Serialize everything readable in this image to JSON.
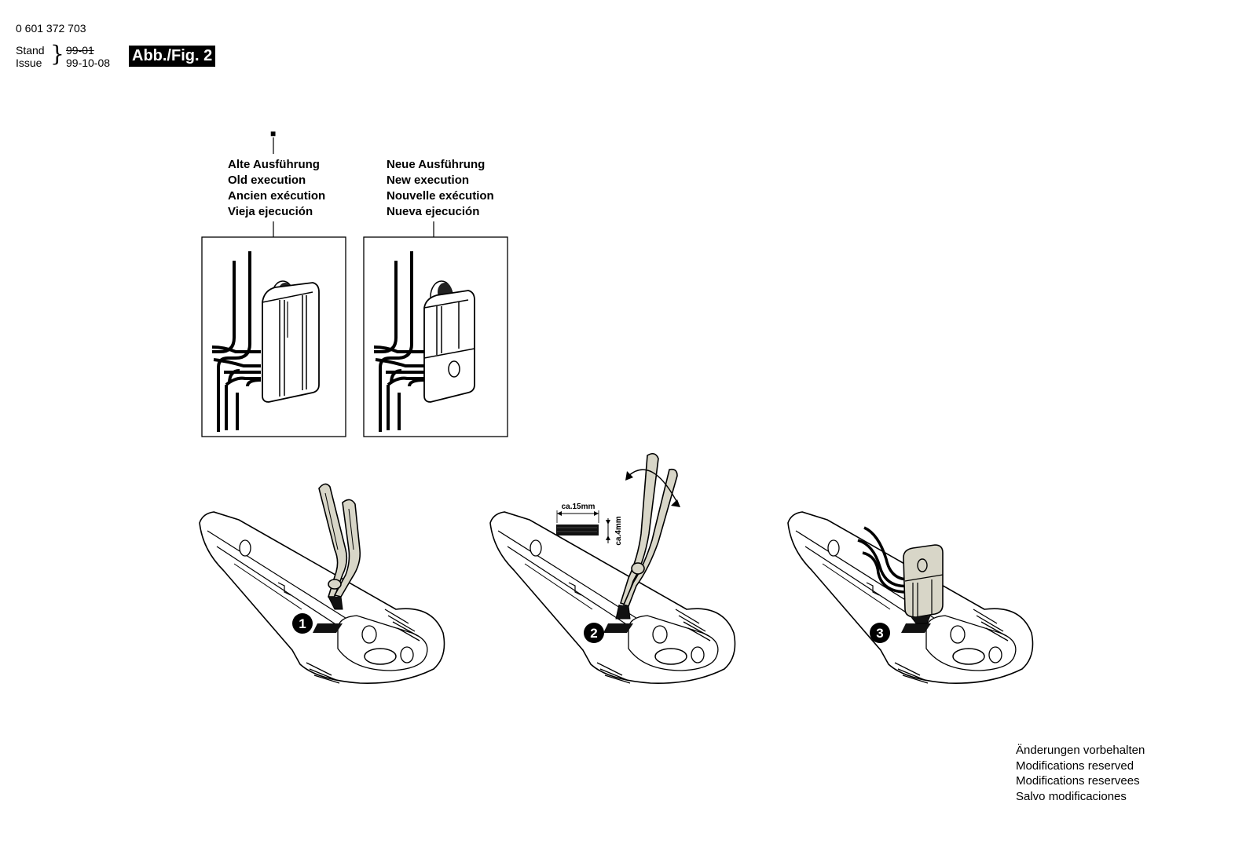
{
  "header": {
    "doc_number": "0 601 372 703",
    "stand_label": "Stand",
    "issue_label": "Issue",
    "stand_value": "99-01",
    "issue_value": "99-10-08",
    "figure_label": "Abb./Fig. 2"
  },
  "old_execution": {
    "marker": "■",
    "lines": [
      "Alte Ausführung",
      "Old execution",
      "Ancien exécution",
      "Vieja ejecución"
    ]
  },
  "new_execution": {
    "lines": [
      "Neue Ausführung",
      "New execution",
      "Nouvelle exécution",
      "Nueva ejecución"
    ]
  },
  "steps": [
    {
      "number": "1"
    },
    {
      "number": "2",
      "dim_width": "ca.15mm",
      "dim_height": "ca.4mm"
    },
    {
      "number": "3"
    }
  ],
  "notes": [
    "Änderungen vorbehalten",
    "Modifications reserved",
    "Modifications reservees",
    "Salvo modificaciones"
  ],
  "colors": {
    "ink": "#000000",
    "tool_fill": "#d8d6c8",
    "paper": "#ffffff"
  }
}
